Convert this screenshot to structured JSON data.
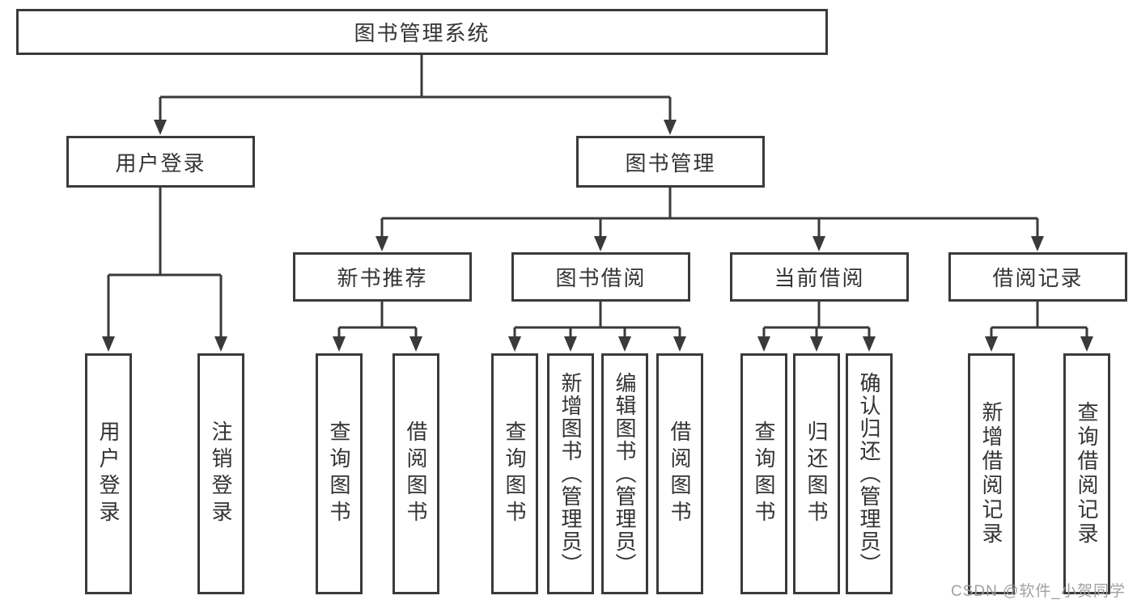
{
  "diagram_type": "hierarchy-tree",
  "colors": {
    "line": "#3a3a3a",
    "box_border": "#3a3a3a",
    "box_fill": "#ffffff",
    "text": "#333333",
    "watermark": "#9b9b9b",
    "background": "#ffffff"
  },
  "watermark": {
    "text": "CSDN @软件_小贺同学"
  },
  "tree": {
    "label": "图书管理系统",
    "children": [
      {
        "label": "用户登录",
        "children": [
          {
            "label": "用户登录"
          },
          {
            "label": "注销登录"
          }
        ]
      },
      {
        "label": "图书管理",
        "children": [
          {
            "label": "新书推荐",
            "children": [
              {
                "label": "查询图书"
              },
              {
                "label": "借阅图书"
              }
            ]
          },
          {
            "label": "图书借阅",
            "children": [
              {
                "label": "查询图书"
              },
              {
                "label": "新增图书（管理员）"
              },
              {
                "label": "编辑图书（管理员）"
              },
              {
                "label": "借阅图书"
              }
            ]
          },
          {
            "label": "当前借阅",
            "children": [
              {
                "label": "查询图书"
              },
              {
                "label": "归还图书"
              },
              {
                "label": "确认归还（管理员）"
              }
            ]
          },
          {
            "label": "借阅记录",
            "children": [
              {
                "label": "新增借阅记录"
              },
              {
                "label": "查询借阅记录"
              }
            ]
          }
        ]
      }
    ]
  }
}
